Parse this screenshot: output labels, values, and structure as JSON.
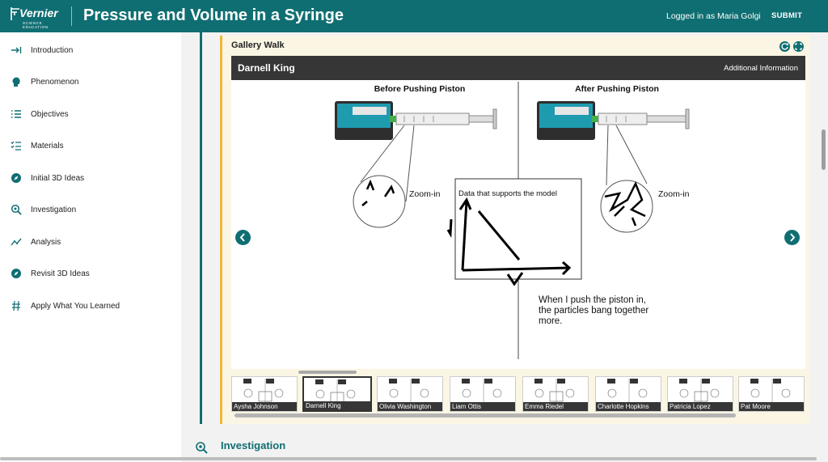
{
  "header": {
    "logo_text": "Vernier",
    "logo_subtext": "SCIENCE EDUCATION",
    "title": "Pressure and Volume in a Syringe",
    "login_text": "Logged in as Maria Golgi",
    "submit_label": "SUBMIT"
  },
  "sidebar": {
    "items": [
      {
        "label": "Introduction",
        "icon": "arrow-right-bar-icon"
      },
      {
        "label": "Phenomenon",
        "icon": "head-icon"
      },
      {
        "label": "Objectives",
        "icon": "list-icon"
      },
      {
        "label": "Materials",
        "icon": "checklist-icon"
      },
      {
        "label": "Initial 3D Ideas",
        "icon": "compass-icon"
      },
      {
        "label": "Investigation",
        "icon": "search-gear-icon"
      },
      {
        "label": "Analysis",
        "icon": "chart-line-icon"
      },
      {
        "label": "Revisit 3D Ideas",
        "icon": "compass-icon"
      },
      {
        "label": "Apply What You Learned",
        "icon": "hashtag-icon"
      }
    ]
  },
  "gallery": {
    "title": "Gallery Walk",
    "student_name": "Darnell King",
    "additional_info": "Additional Information",
    "drawing": {
      "before_label": "Before Pushing Piston",
      "after_label": "After Pushing Piston",
      "zoom_label_left": "Zoom-in",
      "zoom_label_right": "Zoom-in",
      "data_box_label": "Data that supports the model",
      "note_line1": "When I push the piston in,",
      "note_line2": "the particles bang together",
      "note_line3": "more."
    },
    "thumbnails": [
      {
        "name": "Aysha Johnson",
        "selected": false
      },
      {
        "name": "Darnell King",
        "selected": true
      },
      {
        "name": "Olivia Washington",
        "selected": false
      },
      {
        "name": "Liam Ottis",
        "selected": false
      },
      {
        "name": "Emma Riedel",
        "selected": false
      },
      {
        "name": "Charlotte Hopkins",
        "selected": false
      },
      {
        "name": "Patricia Lopez",
        "selected": false
      },
      {
        "name": "Pat Moore",
        "selected": false
      }
    ]
  },
  "next_section": {
    "title": "Investigation"
  },
  "colors": {
    "brand": "#0f6e72",
    "accent": "#f0b63a",
    "card_bg": "#fbf6e4"
  }
}
